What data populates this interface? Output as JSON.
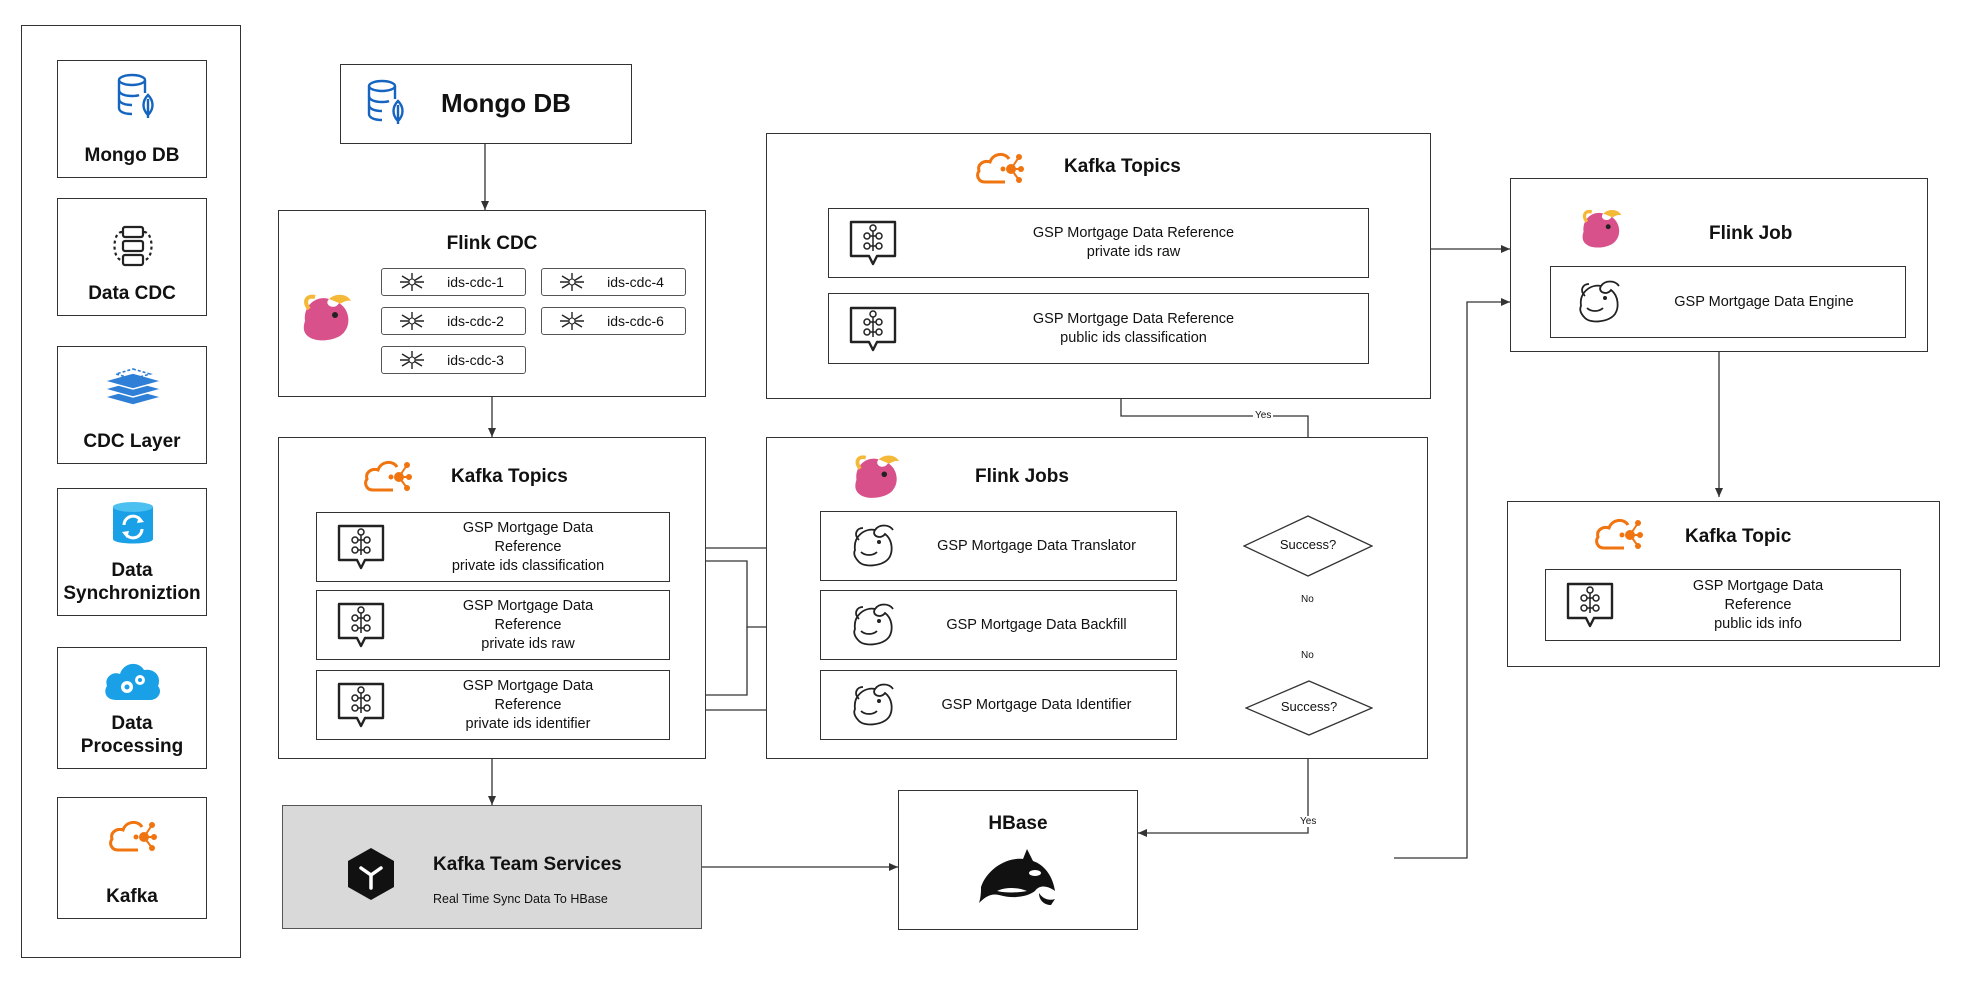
{
  "legend": {
    "items": [
      {
        "label": "Mongo DB",
        "icon": "mongodb-icon"
      },
      {
        "label": "Data CDC",
        "icon": "data-cdc-icon"
      },
      {
        "label": "CDC Layer",
        "icon": "cdc-layer-icon"
      },
      {
        "label": "Data Synchroniztion",
        "icon": "data-sync-icon"
      },
      {
        "label": "Data Processing",
        "icon": "data-processing-icon"
      },
      {
        "label": "Kafka",
        "icon": "kafka-icon"
      }
    ]
  },
  "mongo": {
    "title": "Mongo DB"
  },
  "flink_cdc": {
    "title": "Flink CDC",
    "chips": [
      "ids-cdc-1",
      "ids-cdc-4",
      "ids-cdc-2",
      "ids-cdc-6",
      "ids-cdc-3"
    ]
  },
  "kafka_left": {
    "title": "Kafka Topics",
    "topics": [
      [
        "GSP  Mortgage Data",
        "Reference",
        "private ids classification"
      ],
      [
        "GSP  Mortgage Data",
        "Reference",
        "private ids raw"
      ],
      [
        "GSP  Mortgage Data",
        "Reference",
        "private ids identifier"
      ]
    ]
  },
  "kafka_team": {
    "title": "Kafka Team Services",
    "subtitle": "Real Time Sync Data To HBase"
  },
  "flink_jobs": {
    "title": "Flink Jobs",
    "jobs": [
      "GSP  Mortgage Data Translator",
      "GSP  Mortgage Data Backfill",
      "GSP  Mortgage Data Identifier"
    ]
  },
  "decisions": {
    "label": "Success?",
    "yes": "Yes",
    "no": "No"
  },
  "hbase": {
    "title": "HBase"
  },
  "kafka_top": {
    "title": "Kafka Topics",
    "topics": [
      [
        "GSP  Mortgage Data Reference",
        "private ids raw"
      ],
      [
        "GSP  Mortgage Data Reference",
        "public ids classification"
      ]
    ]
  },
  "flink_job_right": {
    "title": "Flink Job",
    "engine": "GSP  Mortgage Data Engine"
  },
  "kafka_topic_right": {
    "title": "Kafka Topic",
    "topic": [
      "GSP  Mortgage Data",
      "Reference",
      "public ids info"
    ]
  },
  "colors": {
    "kafka": "#f0740f",
    "mongo": "#1565c0",
    "cdc_layer": "#2f7fd6",
    "sync": "#1aa0e6",
    "hbase_bg": "#d9d9d9"
  }
}
